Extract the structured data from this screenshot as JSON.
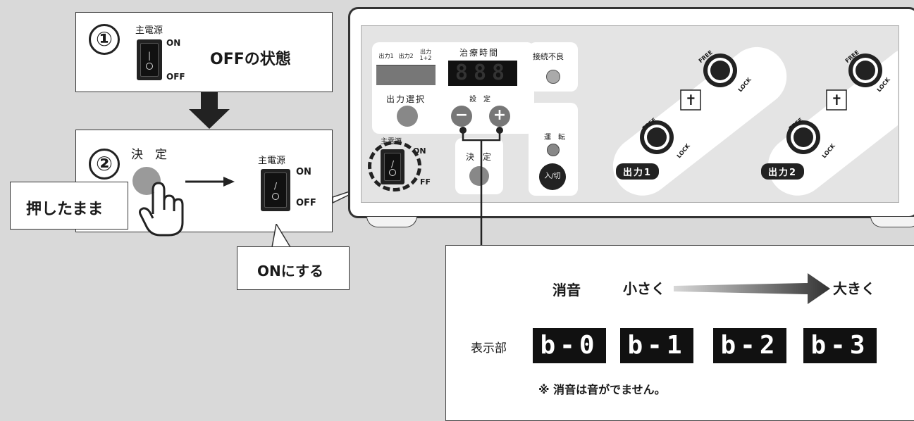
{
  "step1": {
    "number": "①",
    "switch_label": "主電源",
    "on": "ON",
    "off": "OFF",
    "state_text": "OFFの状態"
  },
  "step2": {
    "number": "②",
    "button_label": "決　定",
    "hold_text": "押したまま",
    "switch_label": "主電源",
    "on": "ON",
    "off": "OFF",
    "callout_text": "ONにする"
  },
  "device": {
    "output_tabs": [
      "出力1",
      "出力2",
      "出力\n1+2"
    ],
    "treatment_time": "治療時間",
    "display_digits": "888",
    "output_select": "出力選択",
    "setting": "設　定",
    "minus": "−",
    "plus": "+",
    "main_power": "主電源",
    "main_power_on": "ON",
    "main_power_off": "FF",
    "decide": "決　定",
    "connection_fault": "接続不良",
    "run": "運　転",
    "on_off": "入/切",
    "free": "FREE",
    "lock": "LOCK",
    "output1": "出力1",
    "output2": "出力2"
  },
  "volume_panel": {
    "mute": "消音",
    "smaller": "小さく",
    "larger": "大きく",
    "display_label": "表示部",
    "codes": [
      "b-0",
      "b-1",
      "b-2",
      "b-3"
    ],
    "note": "※ 消音は音がでません。"
  },
  "colors": {
    "background": "#d9d9d9",
    "device_panel": "#e4e4e4",
    "display": "#111111"
  }
}
